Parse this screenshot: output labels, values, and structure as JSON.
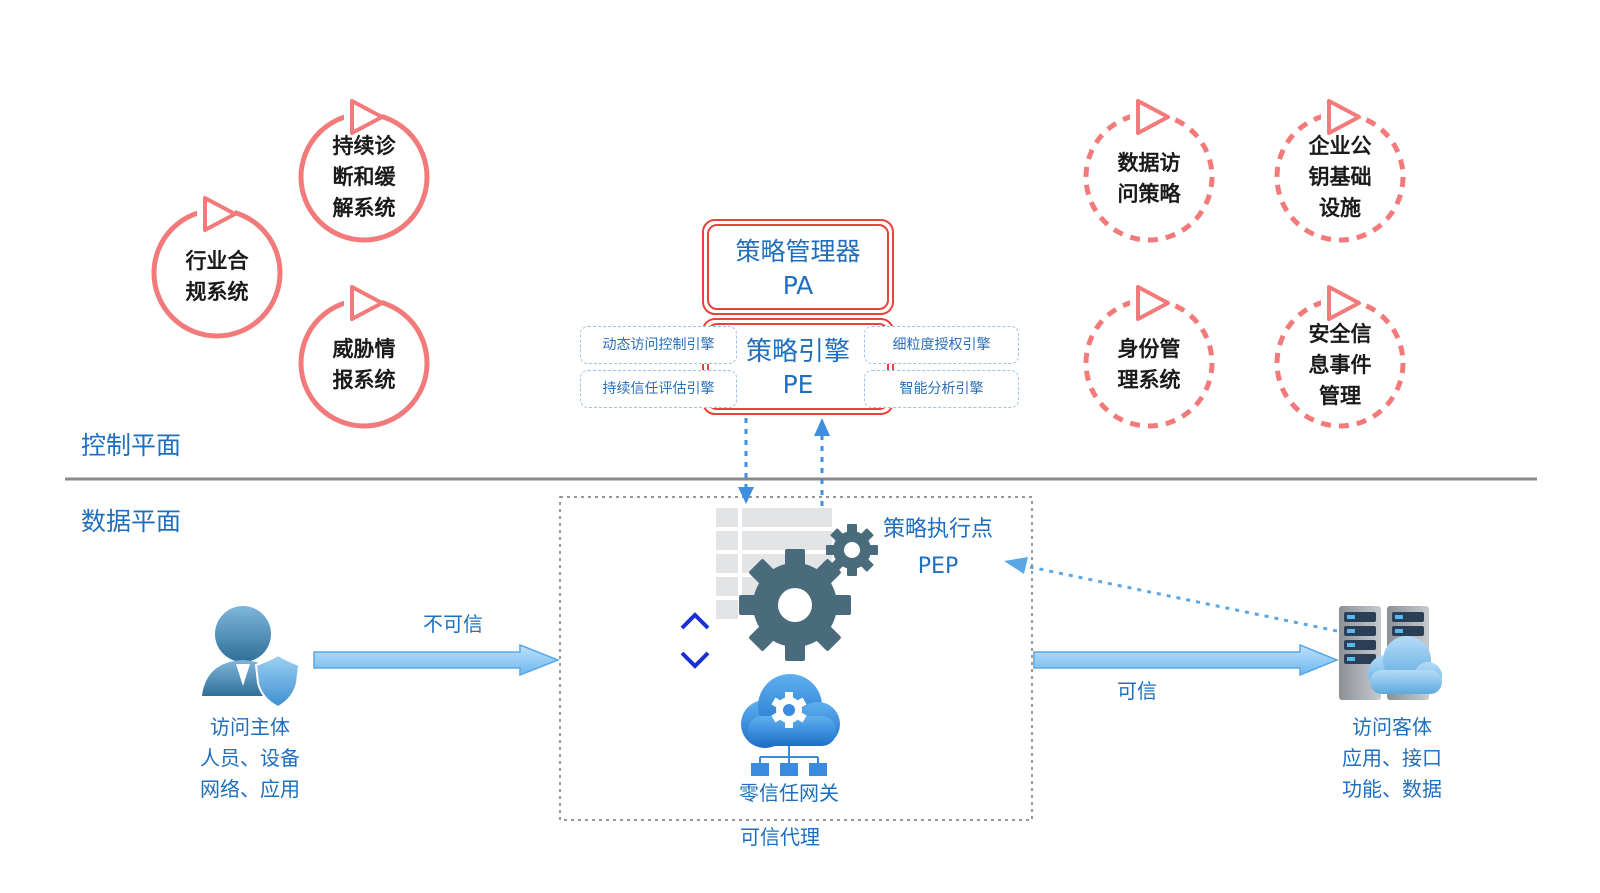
{
  "planes": {
    "control": "控制平面",
    "data": "数据平面"
  },
  "solid_circles": [
    {
      "label": "持续诊\n断和缓\n解系统"
    },
    {
      "label": "行业合\n规系统"
    },
    {
      "label": "威胁情\n报系统"
    }
  ],
  "dashed_circles": [
    {
      "label": "数据访\n问策略"
    },
    {
      "label": "企业公\n钥基础\n设施"
    },
    {
      "label": "身份管\n理系统"
    },
    {
      "label": "安全信\n息事件\n管理"
    }
  ],
  "policy_admin": {
    "name": "策略管理器",
    "abbr": "PA"
  },
  "policy_engine": {
    "name": "策略引擎",
    "abbr": "PE"
  },
  "engine_modules": {
    "left_top": "动态访问控制引擎",
    "left_bottom": "持续信任评估引擎",
    "right_top": "细粒度授权引擎",
    "right_bottom": "智能分析引擎"
  },
  "pep": {
    "name": "策略执行点",
    "abbr": "PEP"
  },
  "gateway": {
    "label": "零信任网关"
  },
  "proxy": {
    "label": "可信代理"
  },
  "subject": {
    "label": "访问主体\n人员、设备\n网络、应用"
  },
  "object": {
    "label": "访问客体\n应用、接口\n功能、数据"
  },
  "flows": {
    "untrusted": "不可信",
    "trusted": "可信"
  },
  "colors": {
    "accent_blue": "#1f6fbf",
    "circle_red": "#f27a7a",
    "pa_red": "#e8423a",
    "gear_dark": "#4a6b7c",
    "arrow_blue": "#5aa7e6"
  }
}
